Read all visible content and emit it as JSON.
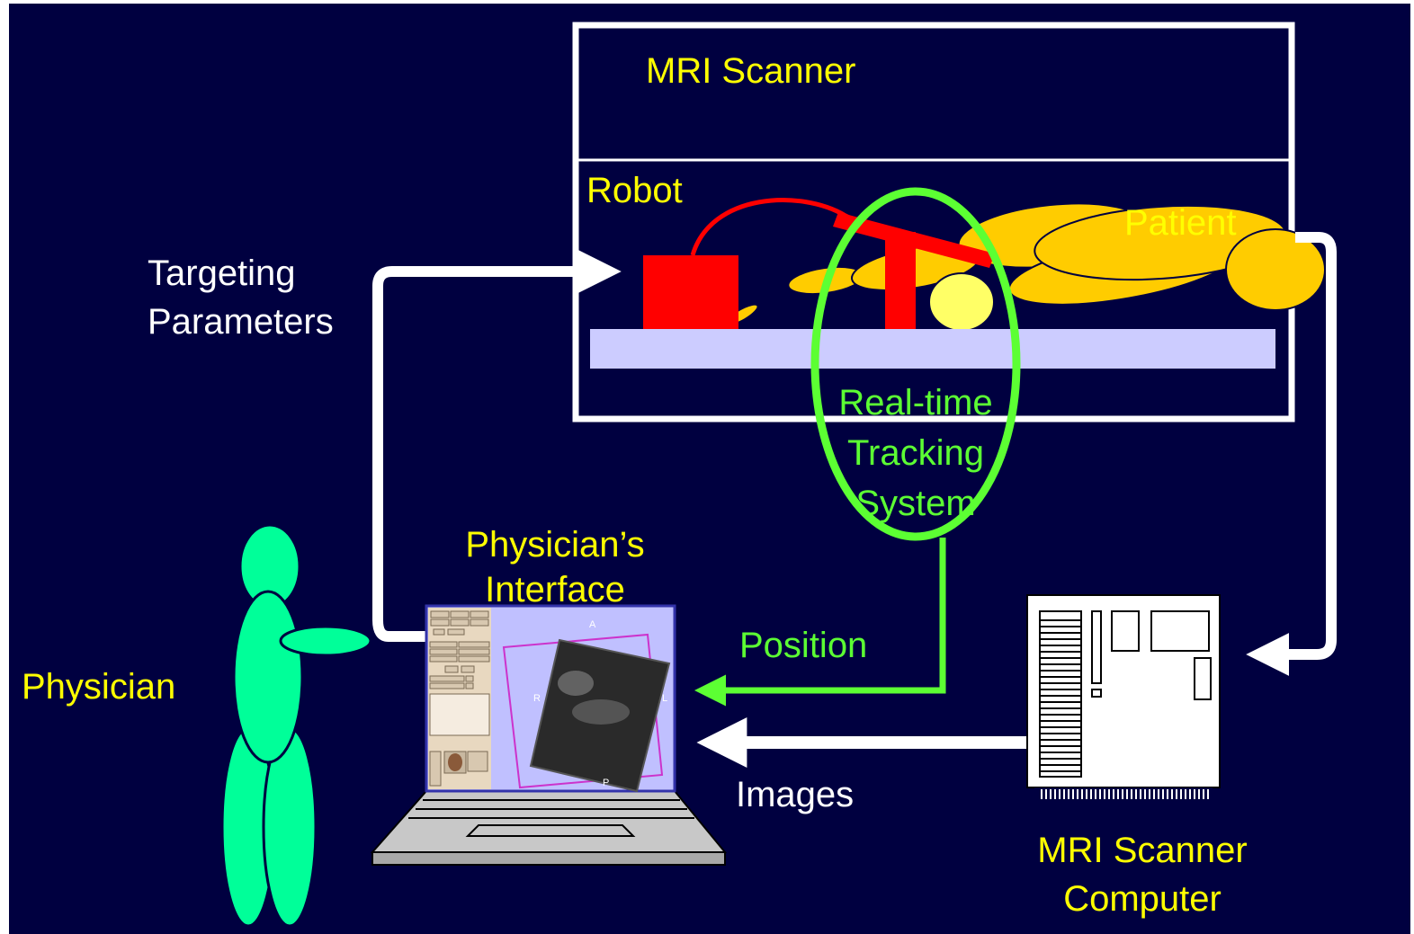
{
  "labels": {
    "mri_scanner": "MRI Scanner",
    "robot": "Robot",
    "patient": "Patient",
    "targeting_line1": "Targeting",
    "targeting_line2": "Parameters",
    "tracking_line1": "Real-time",
    "tracking_line2": "Tracking",
    "tracking_line3": "System",
    "interface_line1": "Physician’s",
    "interface_line2": "Interface",
    "position": "Position",
    "physician": "Physician",
    "images": "Images",
    "computer_line1": "MRI Scanner",
    "computer_line2": "Computer"
  },
  "colors": {
    "background": "#000040",
    "label_yellow": "#ffff00",
    "label_white": "#ffffff",
    "label_green": "#5cff33",
    "robot_red": "#ff0000",
    "patient_yellow": "#ffcc00",
    "physician_green": "#00ff99",
    "table_lavender": "#ccccff"
  },
  "interface_view": {
    "orientation_labels": [
      "A",
      "R",
      "L",
      "P"
    ]
  }
}
